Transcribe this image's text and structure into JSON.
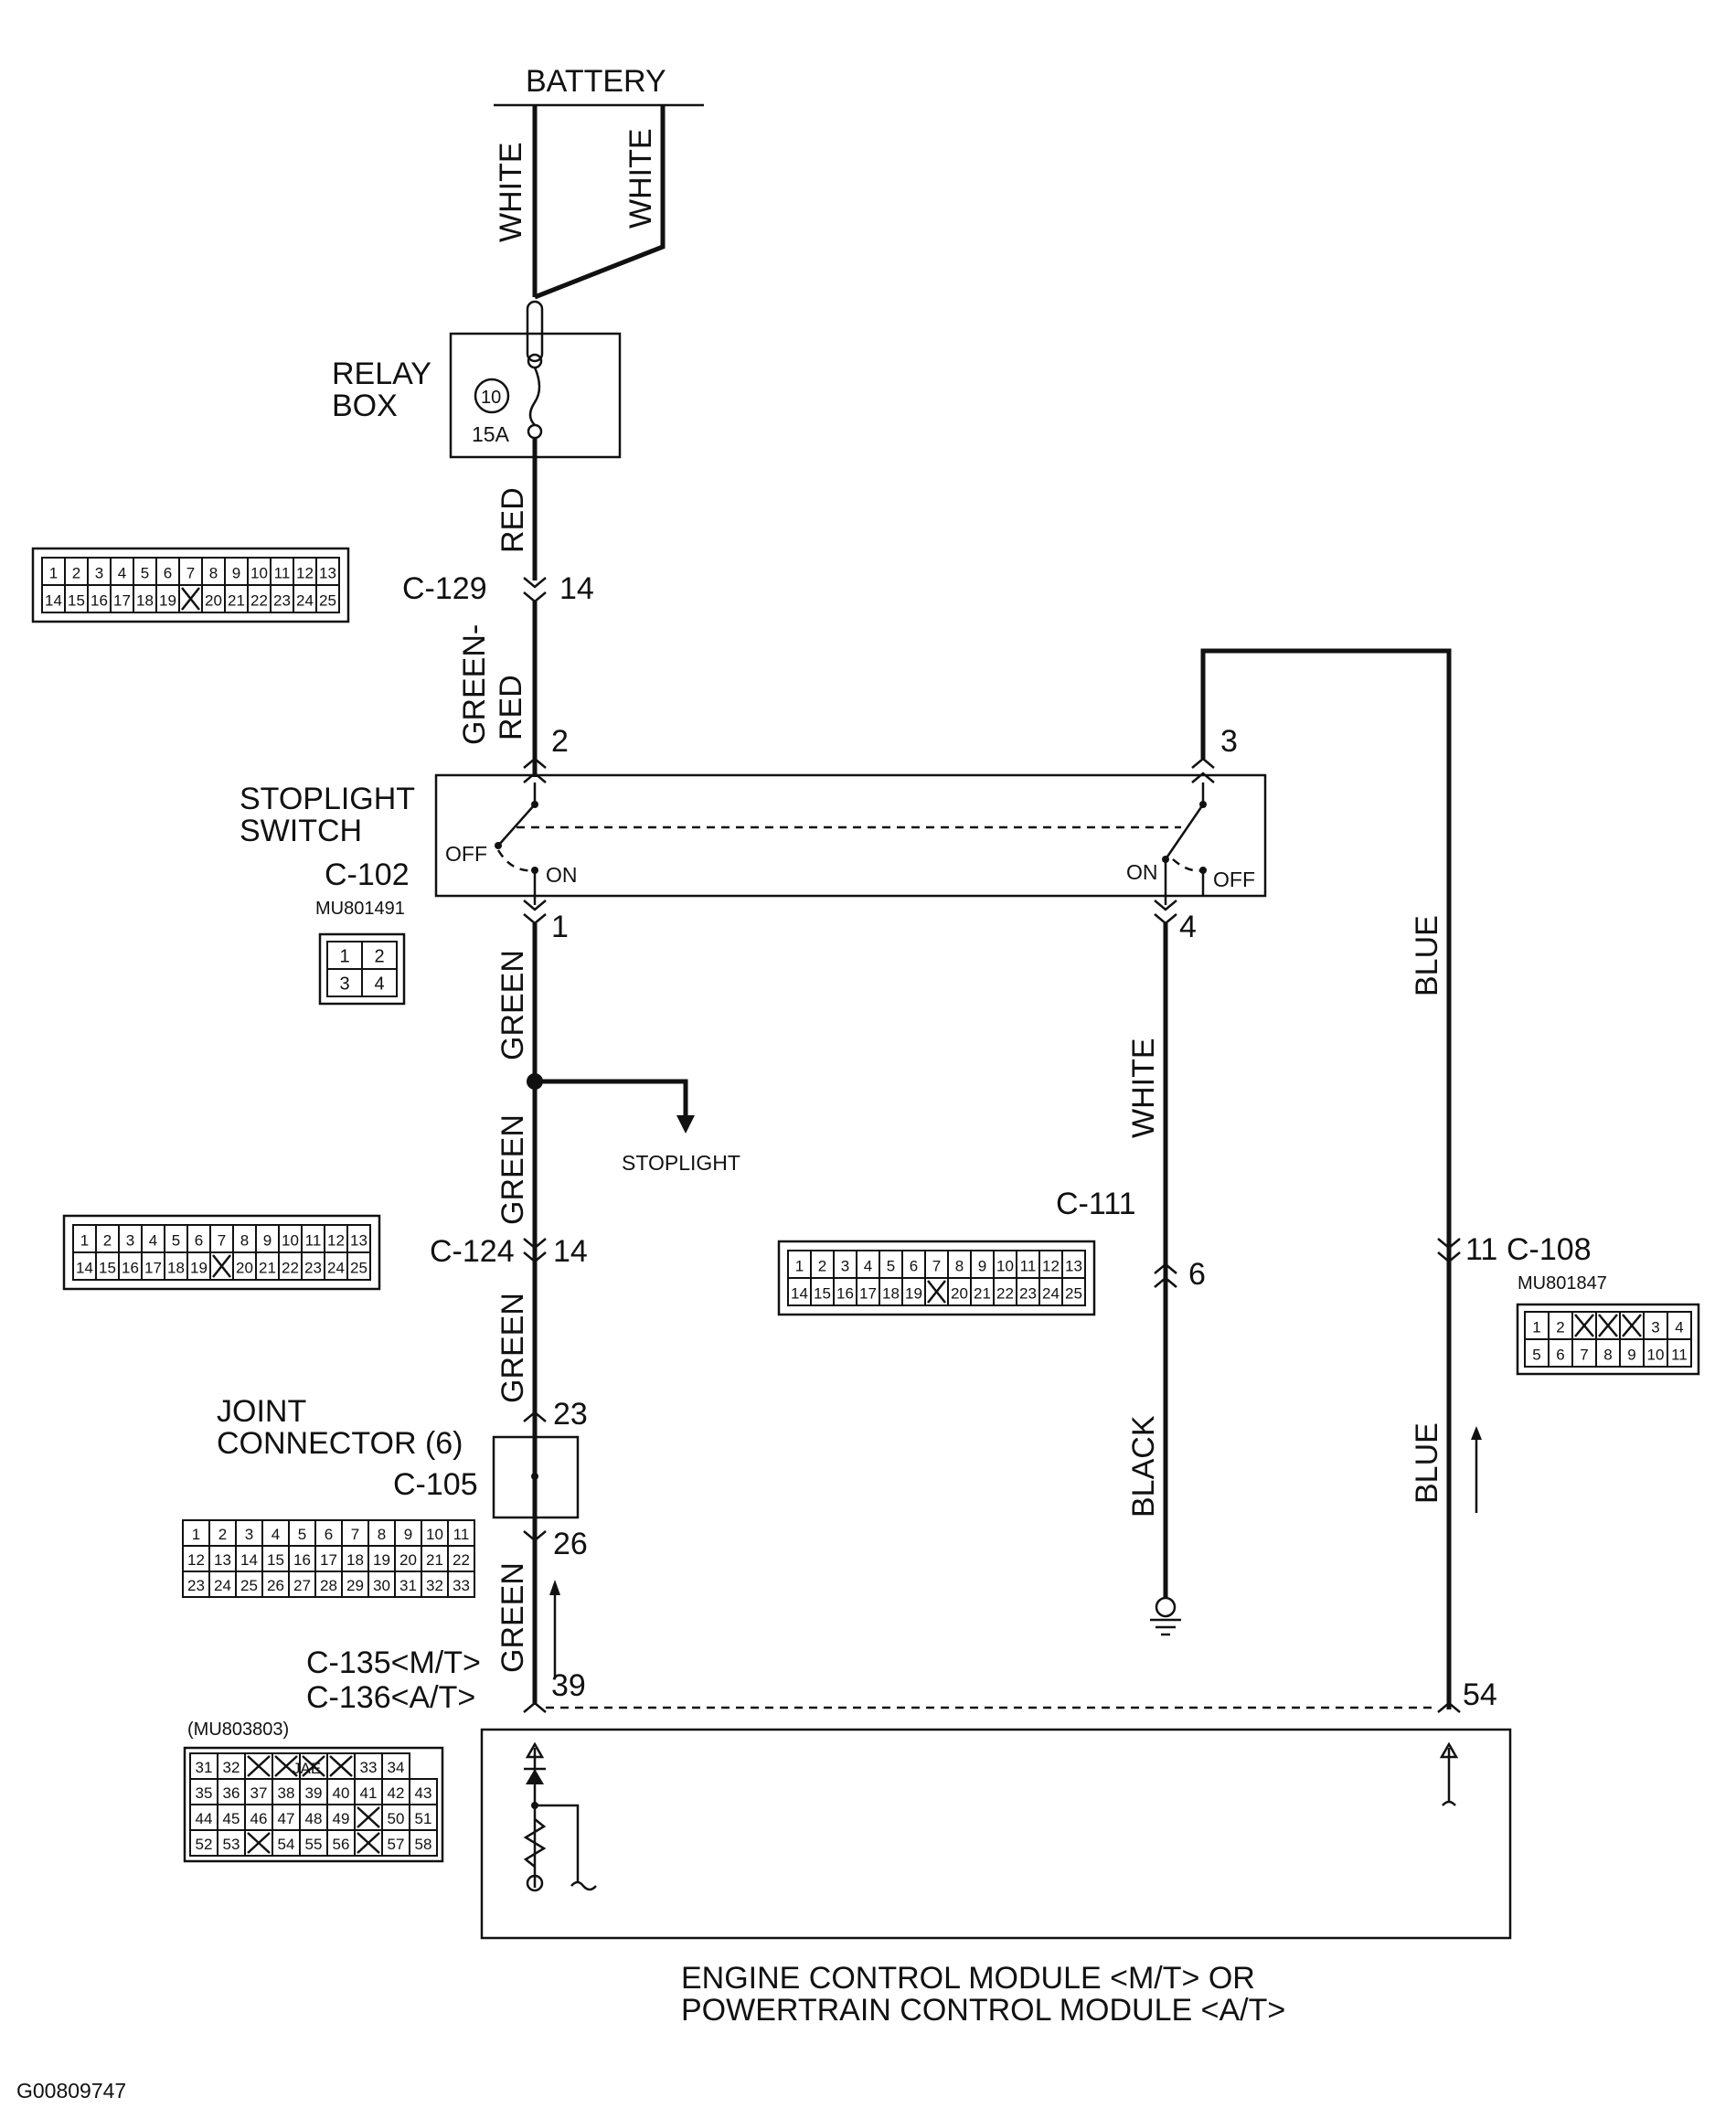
{
  "battery": "BATTERY",
  "relay_box": {
    "line1": "RELAY",
    "line2": "BOX",
    "fuse_number": "10",
    "fuse_rating": "15A"
  },
  "wires": {
    "batt_left": "WHITE",
    "batt_right": "WHITE",
    "relay_out": "RED",
    "c129_out": "GREEN-",
    "c129_out2": "RED",
    "sw1_a": "GREEN",
    "sw1_b": "GREEN",
    "sw1_c": "GREEN",
    "jc_out": "GREEN",
    "sw4_a": "WHITE",
    "sw4_b": "BLACK",
    "sw3_a": "BLUE",
    "sw3_b": "BLUE"
  },
  "stoplight_switch": {
    "line1": "STOPLIGHT",
    "line2": "SWITCH",
    "off": "OFF",
    "on": "ON"
  },
  "stoplight_branch": "STOPLIGHT",
  "joint_connector": {
    "line1": "JOINT",
    "line2": "CONNECTOR (6)"
  },
  "module": {
    "line1": "ENGINE CONTROL MODULE <M/T> OR",
    "line2": "POWERTRAIN CONTROL MODULE <A/T>"
  },
  "figure_id": "G00809747",
  "pins": {
    "c129_14": "14",
    "sw_2": "2",
    "sw_3": "3",
    "sw_1": "1",
    "sw_4": "4",
    "c124_14": "14",
    "c111_6": "6",
    "c108_11": "11",
    "jc_23": "23",
    "jc_26": "26",
    "ecm_39": "39",
    "ecm_54": "54"
  },
  "connectors": {
    "c129": {
      "name": "C-129",
      "row1": [
        "1",
        "2",
        "3",
        "4",
        "5",
        "6",
        "7",
        "8",
        "9",
        "10",
        "11",
        "12",
        "13"
      ],
      "row2": [
        "14",
        "15",
        "16",
        "17",
        "18",
        "19",
        "",
        "20",
        "21",
        "22",
        "23",
        "24",
        "25"
      ]
    },
    "c102": {
      "name": "C-102",
      "part": "MU801491",
      "row1": [
        "1",
        "2"
      ],
      "row2": [
        "3",
        "4"
      ]
    },
    "c124": {
      "name": "C-124",
      "row1": [
        "1",
        "2",
        "3",
        "4",
        "5",
        "6",
        "7",
        "8",
        "9",
        "10",
        "11",
        "12",
        "13"
      ],
      "row2": [
        "14",
        "15",
        "16",
        "17",
        "18",
        "19",
        "",
        "20",
        "21",
        "22",
        "23",
        "24",
        "25"
      ]
    },
    "c111": {
      "name": "C-111",
      "row1": [
        "1",
        "2",
        "3",
        "4",
        "5",
        "6",
        "7",
        "8",
        "9",
        "10",
        "11",
        "12",
        "13"
      ],
      "row2": [
        "14",
        "15",
        "16",
        "17",
        "18",
        "19",
        "",
        "20",
        "21",
        "22",
        "23",
        "24",
        "25"
      ]
    },
    "c108": {
      "name": "C-108",
      "part": "MU801847",
      "row1": [
        "1",
        "2",
        "",
        "",
        "",
        "3",
        "4"
      ],
      "row2": [
        "5",
        "6",
        "7",
        "8",
        "9",
        "10",
        "11"
      ]
    },
    "c105": {
      "name": "C-105",
      "row1": [
        "1",
        "2",
        "3",
        "4",
        "5",
        "6",
        "7",
        "8",
        "9",
        "10",
        "11"
      ],
      "row2": [
        "12",
        "13",
        "14",
        "15",
        "16",
        "17",
        "18",
        "19",
        "20",
        "21",
        "22"
      ],
      "row3": [
        "23",
        "24",
        "25",
        "26",
        "27",
        "28",
        "29",
        "30",
        "31",
        "32",
        "33"
      ]
    },
    "c135": {
      "name1": "C-135<M/T>",
      "name2": "C-136<A/T>",
      "part": "(MU803803)",
      "brand": "JAE",
      "row1": [
        "31",
        "32",
        "",
        "",
        "",
        "",
        "33",
        "34"
      ],
      "row2": [
        "35",
        "36",
        "37",
        "38",
        "39",
        "40",
        "41",
        "42",
        "43"
      ],
      "row3": [
        "44",
        "45",
        "46",
        "47",
        "48",
        "49",
        "",
        "50",
        "51"
      ],
      "row4": [
        "52",
        "53",
        "",
        "54",
        "55",
        "56",
        "",
        "57",
        "58"
      ]
    }
  }
}
